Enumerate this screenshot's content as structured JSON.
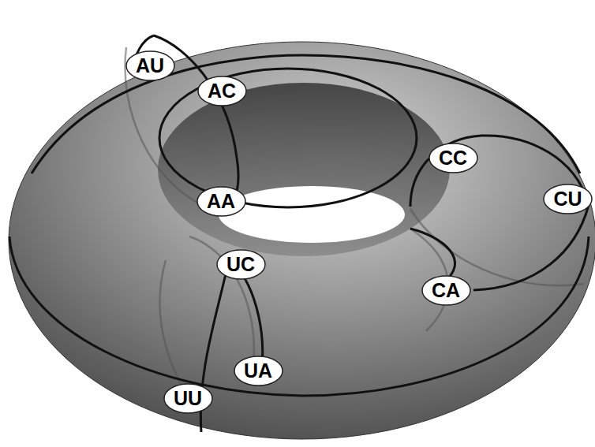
{
  "diagram": {
    "nodes": [
      {
        "text": [
          "AU"
        ]
      },
      {
        "text": [
          "AC"
        ]
      },
      {
        "text": [
          "CC"
        ]
      },
      {
        "text": [
          "CU"
        ]
      },
      {
        "text": [
          "AA"
        ]
      },
      {
        "text": [
          "UC"
        ]
      },
      {
        "text": [
          "CA"
        ]
      },
      {
        "text": [
          "UA"
        ]
      },
      {
        "text": [
          "UU"
        ]
      }
    ]
  }
}
